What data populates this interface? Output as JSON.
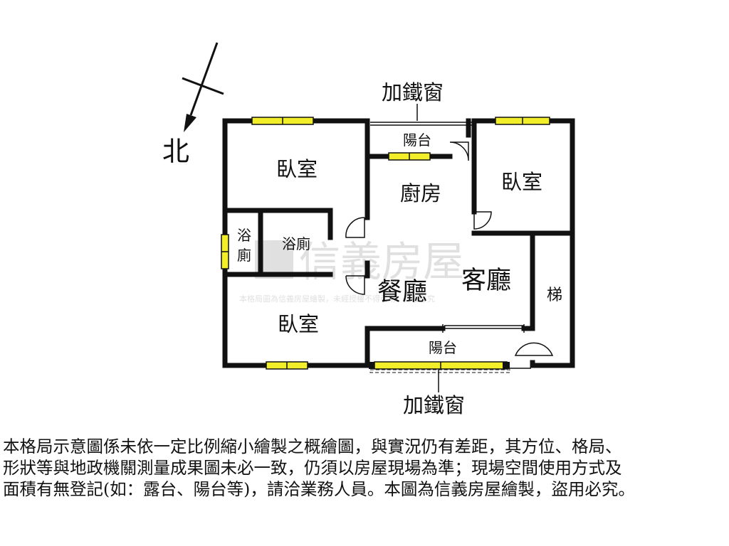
{
  "compass": {
    "north": "北"
  },
  "top_label": "加鐵窗",
  "bottom_label": "加鐵窗",
  "rooms": {
    "bedroom_nw": "臥室",
    "balcony_top": "陽台",
    "kitchen": "廚房",
    "bedroom_ne": "臥室",
    "bath_small_char1": "浴",
    "bath_small_char2": "廁",
    "bath": "浴廁",
    "dining": "餐廳",
    "living": "客廳",
    "stairs": "梯",
    "bedroom_sw": "臥室",
    "balcony_bottom": "陽台"
  },
  "watermark": {
    "brand": "信義房屋",
    "notice": "本格局圖為信義房屋繪製，未經授權不得引用，違者必究"
  },
  "disclaimer": [
    "本格局示意圖係未依一定比例縮小繪製之概繪圖，與實況仍有差距，其方位、格局、",
    "形狀等與地政機關測量成果圖未必一致，仍須以房屋現場為準；現場空間使用方式及",
    "面積有無登記(如：露台、陽台等)，請洽業務人員。本圖為信義房屋繪製，盜用必究。"
  ],
  "colors": {
    "wall": "#111111",
    "window": "#f2ee2a",
    "watermark": "#c8c8c8"
  }
}
